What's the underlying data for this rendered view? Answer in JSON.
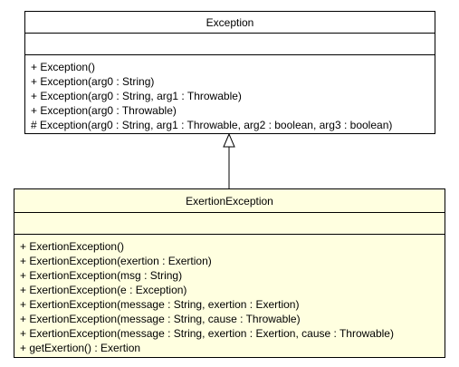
{
  "superclass": {
    "name": "Exception",
    "operations": [
      "+ Exception()",
      "+ Exception(arg0 : String)",
      "+ Exception(arg0 : String, arg1 : Throwable)",
      "+ Exception(arg0 : Throwable)",
      "# Exception(arg0 : String, arg1 : Throwable, arg2 : boolean, arg3 : boolean)"
    ]
  },
  "subclass": {
    "name": "ExertionException",
    "operations": [
      "+ ExertionException()",
      "+ ExertionException(exertion : Exertion)",
      "+ ExertionException(msg : String)",
      "+ ExertionException(e : Exception)",
      "+ ExertionException(message : String, exertion : Exertion)",
      "+ ExertionException(message : String, cause : Throwable)",
      "+ ExertionException(message : String, exertion : Exertion, cause : Throwable)",
      "+ getExertion() : Exertion"
    ]
  },
  "colors": {
    "superclass_fill": "#ffffff",
    "subclass_fill": "#ffffe0",
    "line": "#000000"
  }
}
